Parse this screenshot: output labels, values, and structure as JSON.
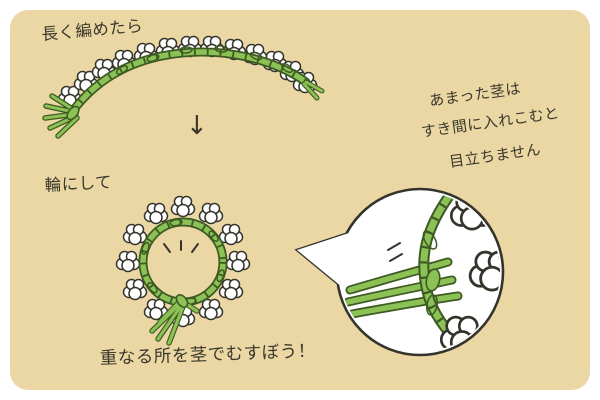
{
  "palette": {
    "panel_bg": "#ead7a4",
    "page_bg": "#ffffff",
    "stem_green": "#8cc155",
    "stem_dark": "#3d5a23",
    "outline_dark": "#35342c",
    "flower_white": "#ffffff",
    "text_dark": "#3a382c"
  },
  "texts": {
    "step1_label": "長く編めたら",
    "down_arrow": "↓",
    "step2_label": "輪にして",
    "tip_line1": "あまった茎は",
    "tip_line2": "すき間に入れこむと",
    "tip_line3": "目立ちません",
    "bottom_note": "重なる所を茎でむすぼう！"
  }
}
